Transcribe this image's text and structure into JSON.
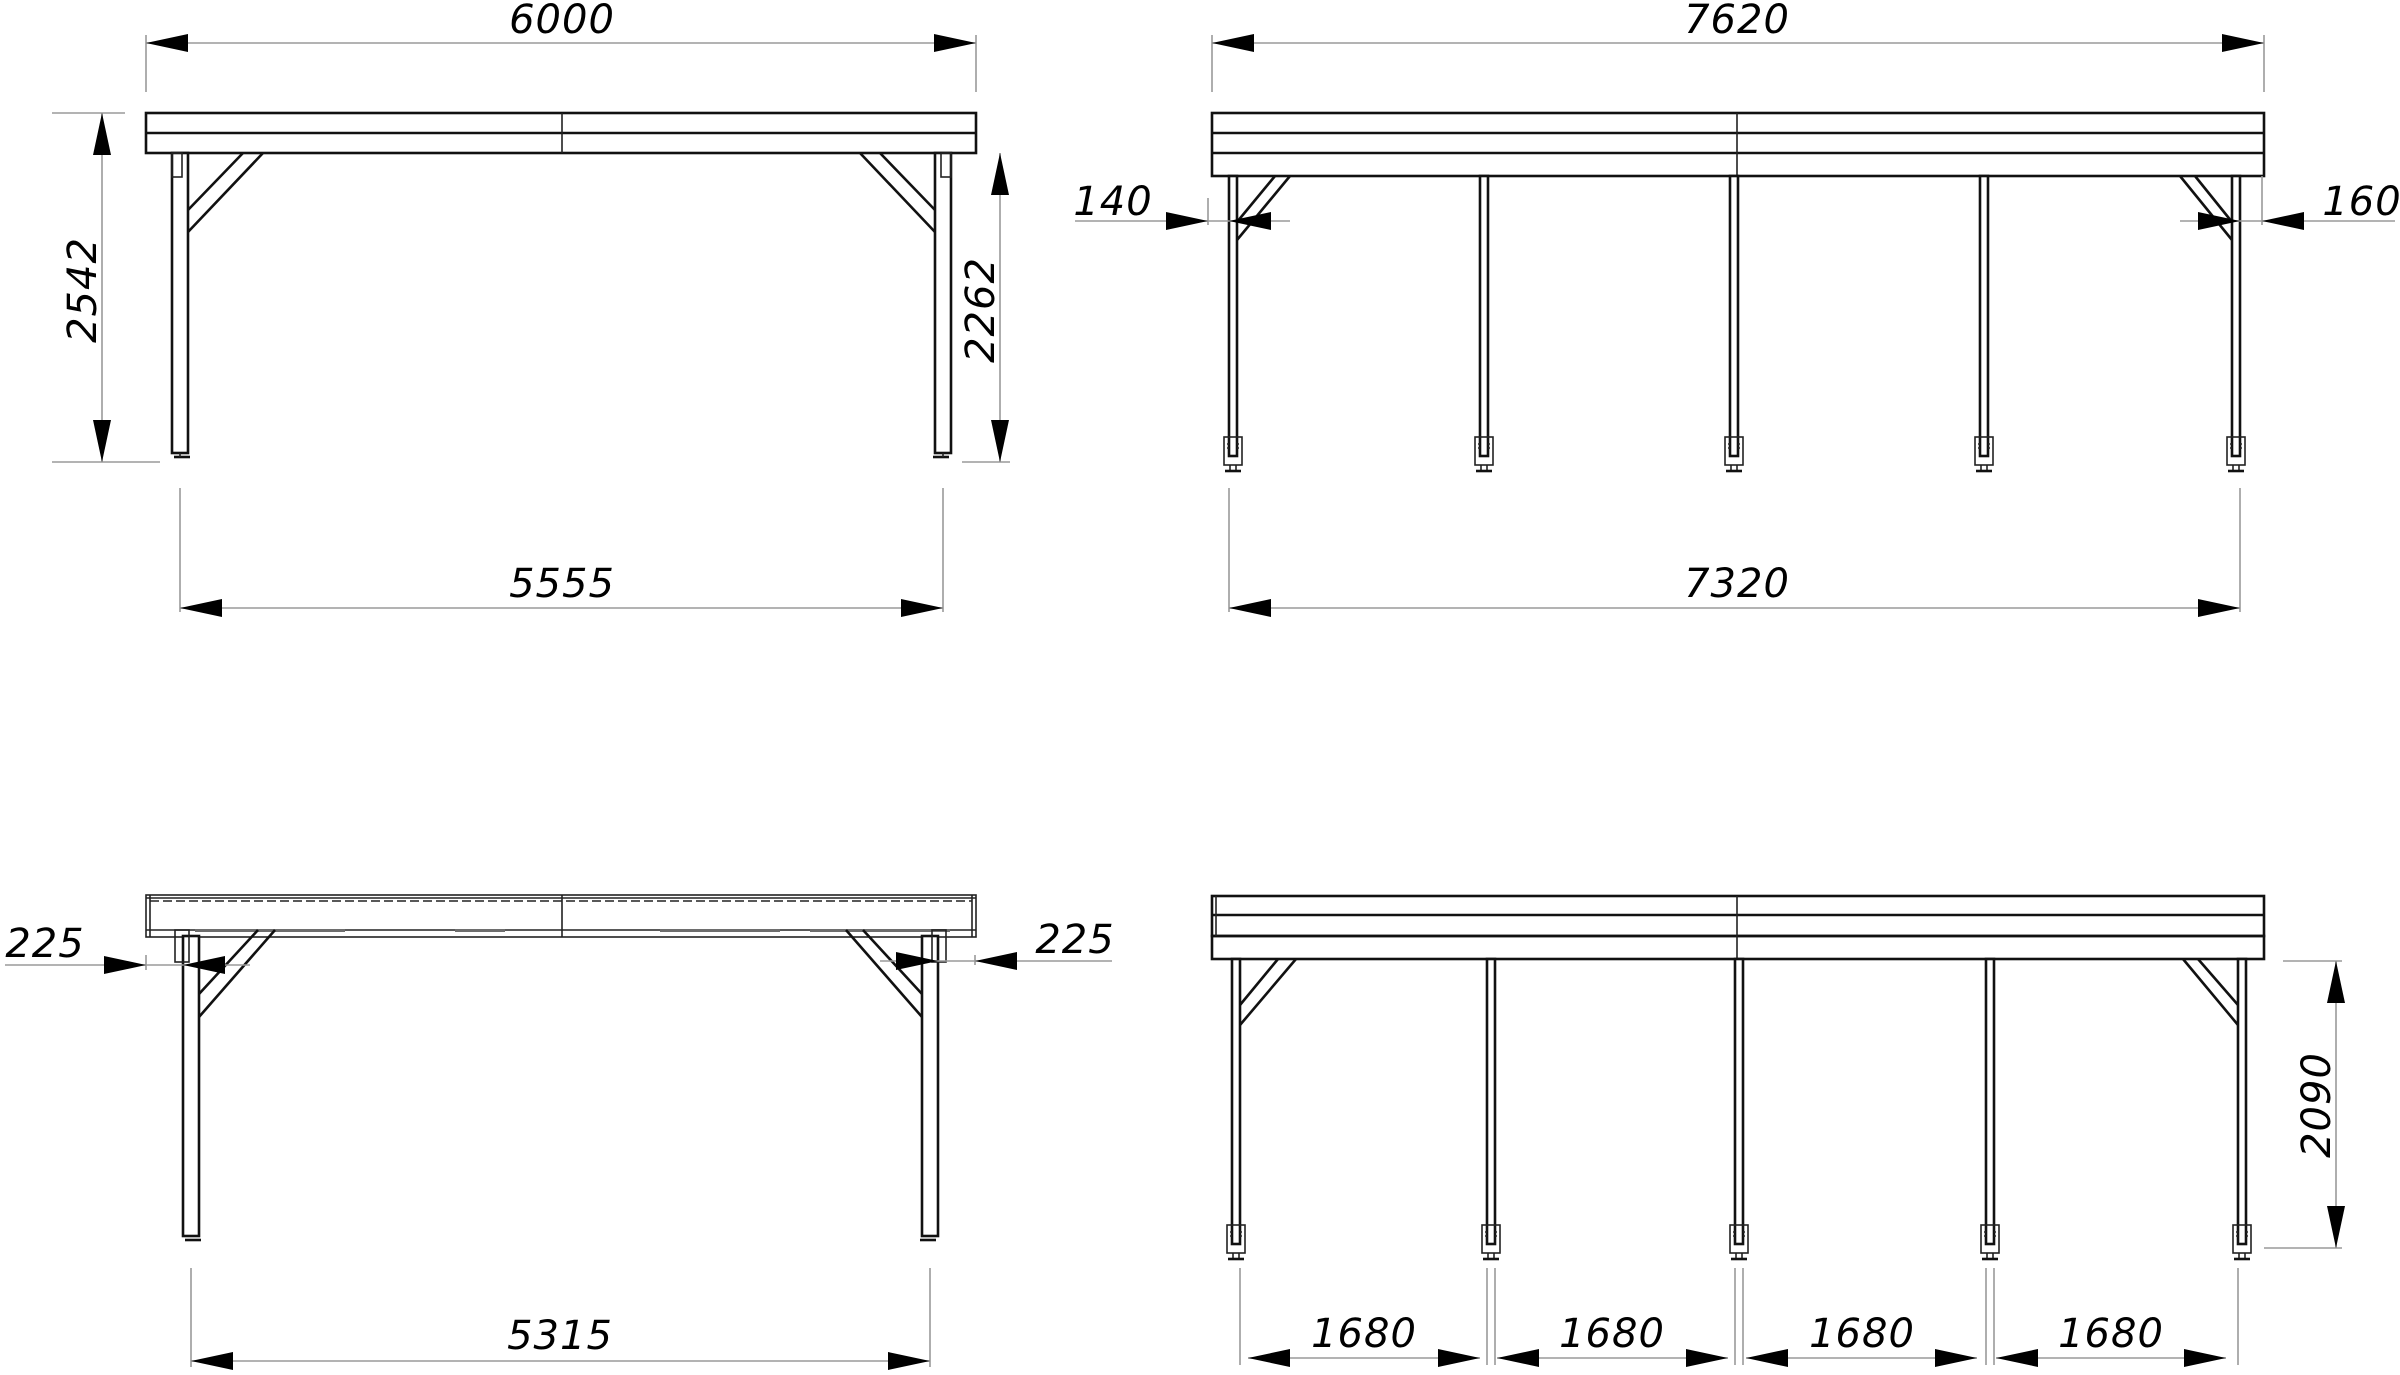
{
  "drawing": {
    "type": "technical-elevation-drawing",
    "subject": "carport canopy / pergola frame",
    "units": "mm",
    "colors": {
      "line": "#111111",
      "dimension": "#9a9a9a",
      "background": "#ffffff"
    }
  },
  "views": [
    {
      "id": "side-view-top-left",
      "legs": 2,
      "dimensions": {
        "overall_width": "6000",
        "overall_height": "2542",
        "leg_height": "2262",
        "leg_span": "5555"
      }
    },
    {
      "id": "front-view-top-right",
      "legs": 5,
      "dimensions": {
        "overall_width": "7620",
        "left_overhang": "140",
        "right_overhang": "160",
        "leg_span": "7320"
      }
    },
    {
      "id": "side-view-bottom-left",
      "legs": 2,
      "dimensions": {
        "left_offset": "225",
        "right_offset": "225",
        "leg_span": "5315"
      }
    },
    {
      "id": "front-view-bottom-right",
      "legs": 5,
      "dimensions": {
        "clear_height": "2090",
        "bay_spacings": [
          "1680",
          "1680",
          "1680",
          "1680"
        ]
      }
    }
  ]
}
